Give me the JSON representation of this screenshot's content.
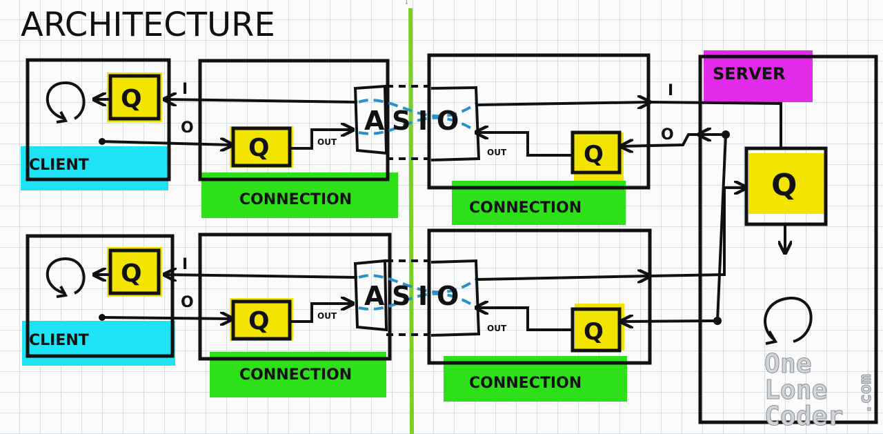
{
  "title": "ARCHITECTURE",
  "labels": {
    "client": "CLIENT",
    "connection": "CONNECTION",
    "server": "SERVER",
    "queue": "Q",
    "input": "I",
    "output": "O",
    "out": "OUT",
    "asio_a": "A",
    "asio_s": "S",
    "asio_i": "I",
    "asio_o": "O"
  },
  "watermark": {
    "line1": "One",
    "line2": "Lone",
    "line3": "Coder",
    "suffix": ".com"
  },
  "colors": {
    "queue_yellow": "#f3e400",
    "client_cyan": "#1ee3f5",
    "connection_green": "#2de01a",
    "server_magenta": "#e32ae8",
    "divider_green": "#7ccf26",
    "asio_blue": "#2a90c8",
    "ink": "#111111"
  }
}
